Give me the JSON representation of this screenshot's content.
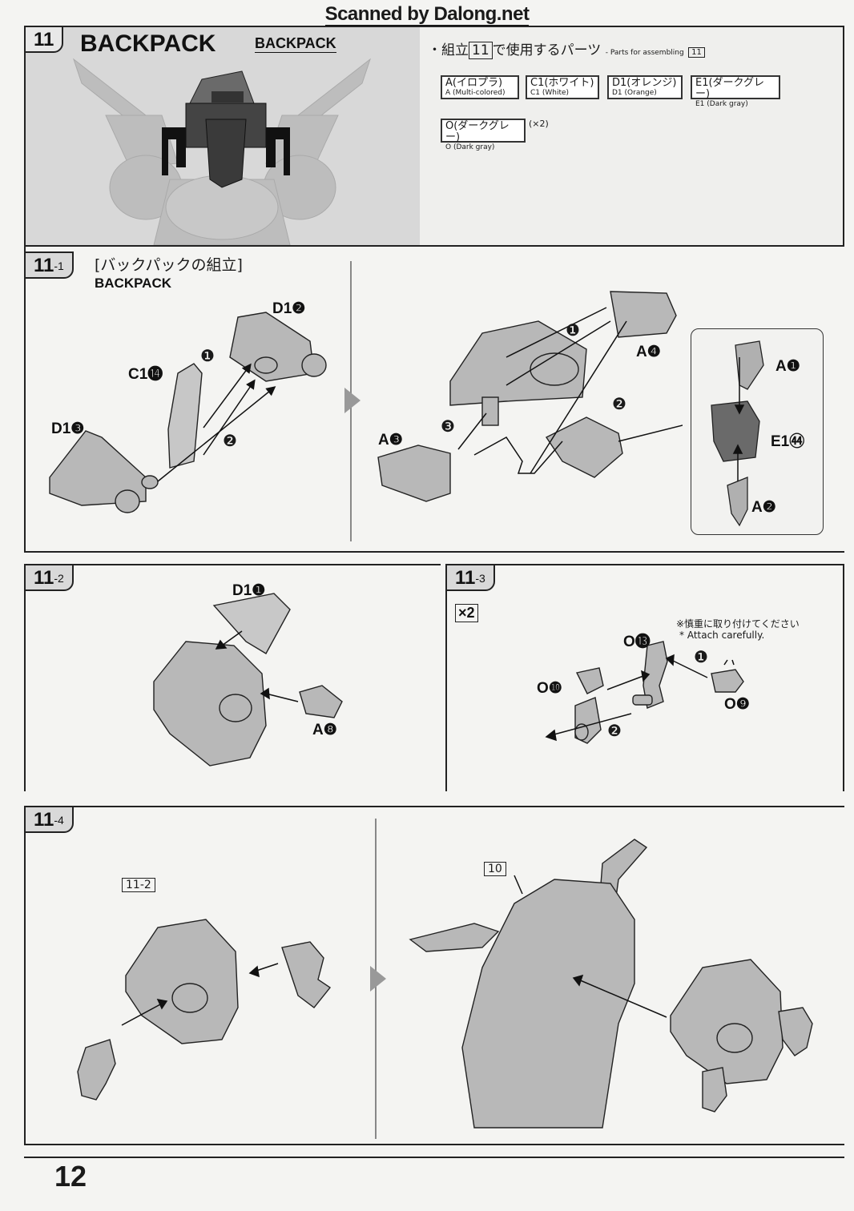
{
  "watermark": "Scanned by Dalong.net",
  "step11": {
    "number": "11",
    "title": "BACKPACK",
    "callout": "BACKPACK",
    "parts_heading_jp": "・組立",
    "parts_heading_num": "11",
    "parts_heading_jp2": "で使用するパーツ",
    "parts_heading_en": "- Parts for assembling",
    "parts_heading_en_num": "11",
    "parts": [
      {
        "jp": "A(イロプラ)",
        "en": "A (Multi-colored)"
      },
      {
        "jp": "C1(ホワイト)",
        "en": "C1 (White)"
      },
      {
        "jp": "D1(オレンジ)",
        "en": "D1 (Orange)"
      },
      {
        "jp": "E1(ダークグレー)",
        "en": "E1 (Dark gray)"
      },
      {
        "jp": "O(ダークグレー)",
        "en": "O (Dark gray)"
      }
    ],
    "o_multiplier": "(×2)"
  },
  "step11_1": {
    "tab_main": "11",
    "tab_sub": "-1",
    "title_jp": "[バックパックの組立]",
    "title_en": "BACKPACK",
    "labels": {
      "d1_2": "D1",
      "d1_2n": "❷",
      "c1_14": "C1",
      "c1_14n": "⓮",
      "d1_3": "D1",
      "d1_3n": "❸",
      "a4": "A",
      "a4n": "❹",
      "a3": "A",
      "a3n": "❸",
      "a1": "A",
      "a1n": "❶",
      "e1_44": "E1",
      "e1_44n": "㊹",
      "a2": "A",
      "a2n": "❷"
    },
    "arrows": [
      "❶",
      "❷",
      "❸"
    ]
  },
  "step11_2": {
    "tab_main": "11",
    "tab_sub": "-2",
    "labels": {
      "d1_1": "D1",
      "d1_1n": "❶",
      "a8": "A",
      "a8n": "❽"
    }
  },
  "step11_3": {
    "tab_main": "11",
    "tab_sub": "-3",
    "multiplier": "×2",
    "note_jp": "※慎重に取り付けてください",
    "note_en": "* Attach carefully.",
    "labels": {
      "o13": "O",
      "o13n": "⓭",
      "o10": "O",
      "o10n": "❿",
      "o9": "O",
      "o9n": "❾"
    },
    "arrows": [
      "❶",
      "❷"
    ]
  },
  "step11_4": {
    "tab_main": "11",
    "tab_sub": "-4",
    "ref_a": "11",
    "ref_a_sub": "-2",
    "ref_b": "10"
  },
  "page_number": "12"
}
